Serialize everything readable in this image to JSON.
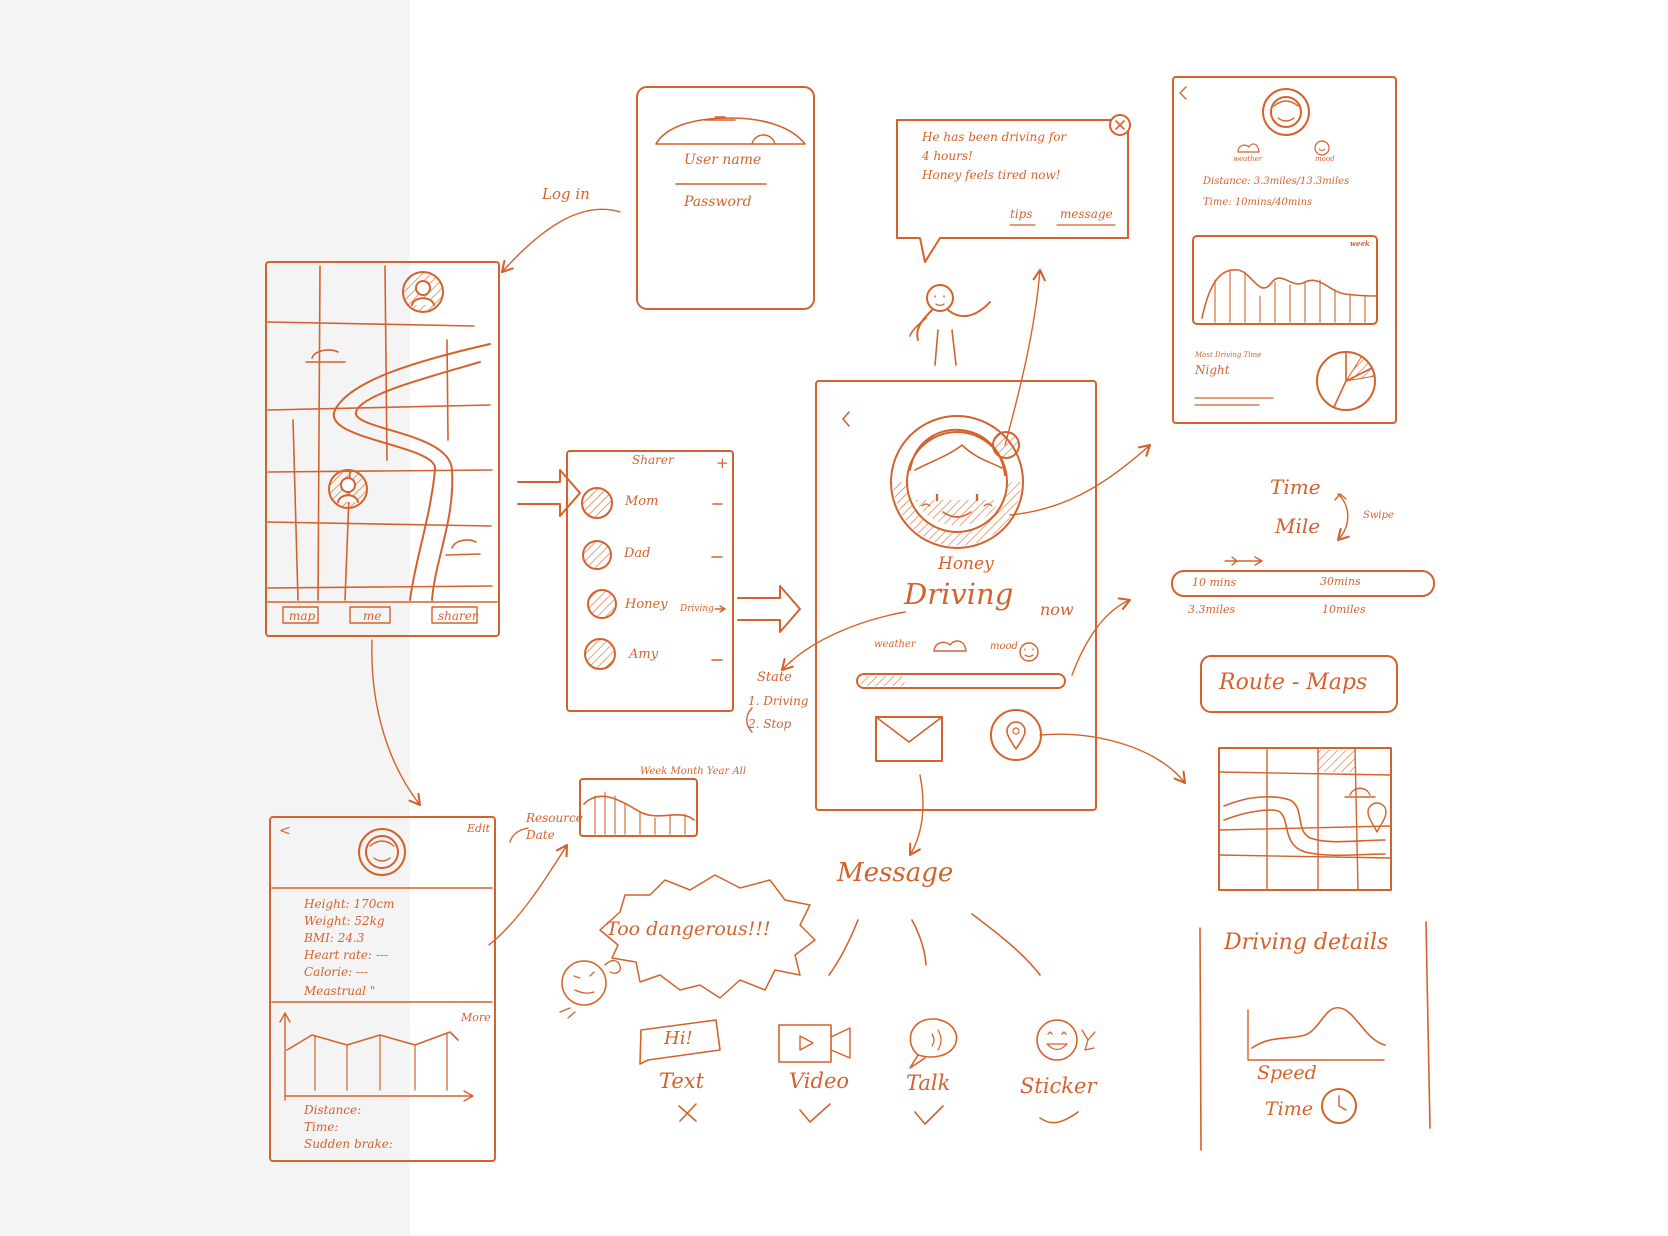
{
  "colors": {
    "sketch": "#d4622c",
    "background": "#ffffff",
    "side_band": "#f4f4f4"
  },
  "annotations": {
    "log_in": "Log in",
    "resource": "Resource",
    "date": "Date",
    "state": "State",
    "state_driving": "1. Driving",
    "state_stop": "2. Stop",
    "week_month_year_all": "Week Month Year All",
    "swipe": "Swipe"
  },
  "login": {
    "username": "User name",
    "password": "Password"
  },
  "map_screen": {
    "tabs": [
      "map",
      "me",
      "sharer"
    ]
  },
  "sharer": {
    "title": "Sharer",
    "add": "+",
    "contacts": [
      "Mom",
      "Dad",
      "Honey",
      "Amy"
    ],
    "honey_state": "Driving"
  },
  "profile": {
    "back": "<",
    "edit": "Edit",
    "height": "Height: 170cm",
    "weight": "Weight: 52kg",
    "bmi": "BMI: 24.3",
    "heart_rate": "Heart rate: ---",
    "calorie": "Calorie: ---",
    "meastrual": "Meastrual \"",
    "more": "More",
    "distance": "Distance:",
    "time": "Time:",
    "sudden_brake": "Sudden brake:"
  },
  "main": {
    "back": "<",
    "name": "Honey",
    "status": "Driving",
    "now": "now",
    "weather": "weather",
    "mood": "mood"
  },
  "notification": {
    "line1": "He has been driving for",
    "line2": "4 hours!",
    "line3": "Honey feels tired now!",
    "tips": "tips",
    "message": "message"
  },
  "stats": {
    "weather": "weather",
    "mood": "mood",
    "distance": "Distance: 3.3miles/13.3miles",
    "time": "Time: 10mins/40mins",
    "week": "week",
    "most_driving_time": "Most Driving Time",
    "night": "Night"
  },
  "time_mile": {
    "time": "Time",
    "mile": "Mile",
    "min_10": "10 mins",
    "min_30": "30mins",
    "miles_33": "3.3miles",
    "miles_10": "10miles"
  },
  "route_maps": "Route - Maps",
  "message": {
    "title": "Message",
    "shout": "Too dangerous!!!",
    "hi": "Hi!",
    "options": [
      "Text",
      "Video",
      "Talk",
      "Sticker"
    ]
  },
  "driving_details": {
    "title": "Driving details",
    "speed": "Speed",
    "time": "Time"
  }
}
